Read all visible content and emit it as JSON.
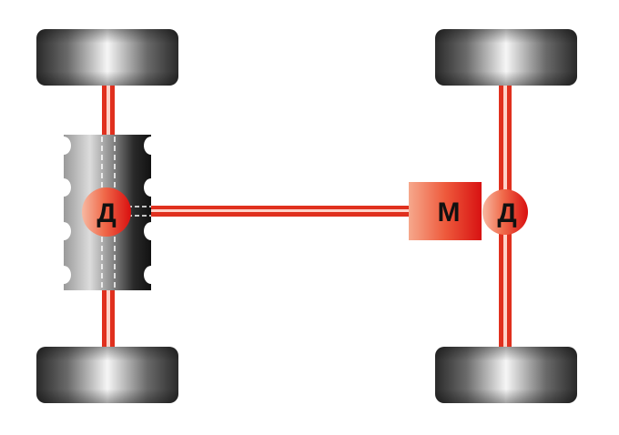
{
  "labels": {
    "front_differential": "Д",
    "rear_differential": "Д",
    "center_coupling": "М"
  },
  "icons": {
    "wheel": "wheel-icon",
    "gearbox": "gearbox-icon"
  },
  "colors": {
    "shaft": "#e0301e",
    "shaft_highlight": "#ffffff",
    "differential": "#e01a1a",
    "coupling": "#e22525",
    "tire_dark": "#2e2e2e",
    "tire_light": "#f4f4f4"
  }
}
